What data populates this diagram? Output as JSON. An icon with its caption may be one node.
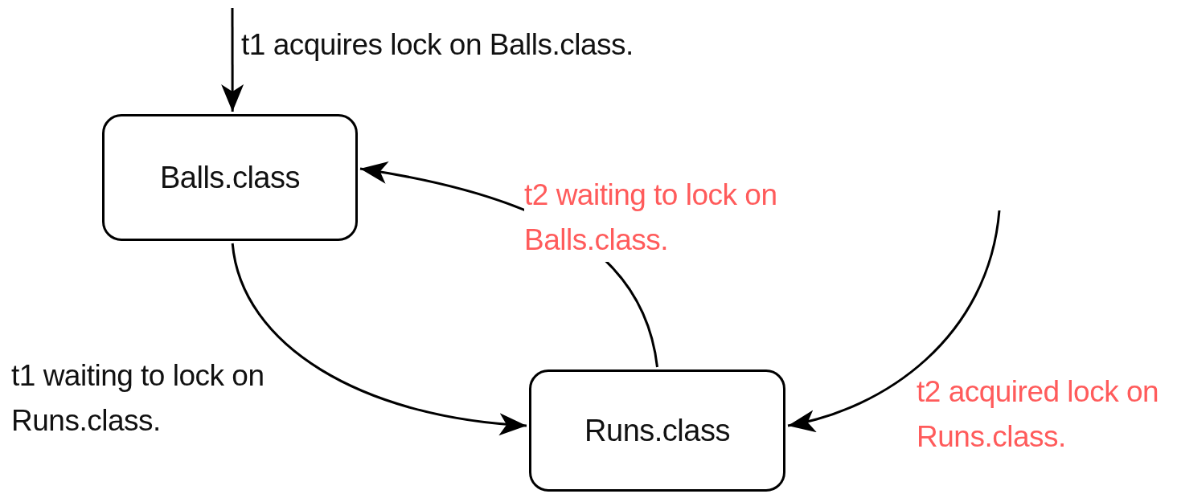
{
  "diagram": {
    "nodes": [
      {
        "text": [
          "Balls.class"
        ]
      },
      {
        "text": [
          "Runs.class"
        ]
      }
    ],
    "edges": [
      {
        "from": null,
        "to": 0,
        "arrow": "to",
        "label": "t1 acquires lock on Balls.class."
      },
      {
        "from": 0,
        "to": 1,
        "arrow": "to",
        "label": "t1 waiting to lock on Runs.class."
      },
      {
        "from": 1,
        "to": 0,
        "arrow": "to",
        "label": "t2 waiting to lock on Balls.class."
      },
      {
        "from": null,
        "to": 1,
        "arrow": "to",
        "label": "t2 acquired lock on Runs.class."
      }
    ]
  }
}
